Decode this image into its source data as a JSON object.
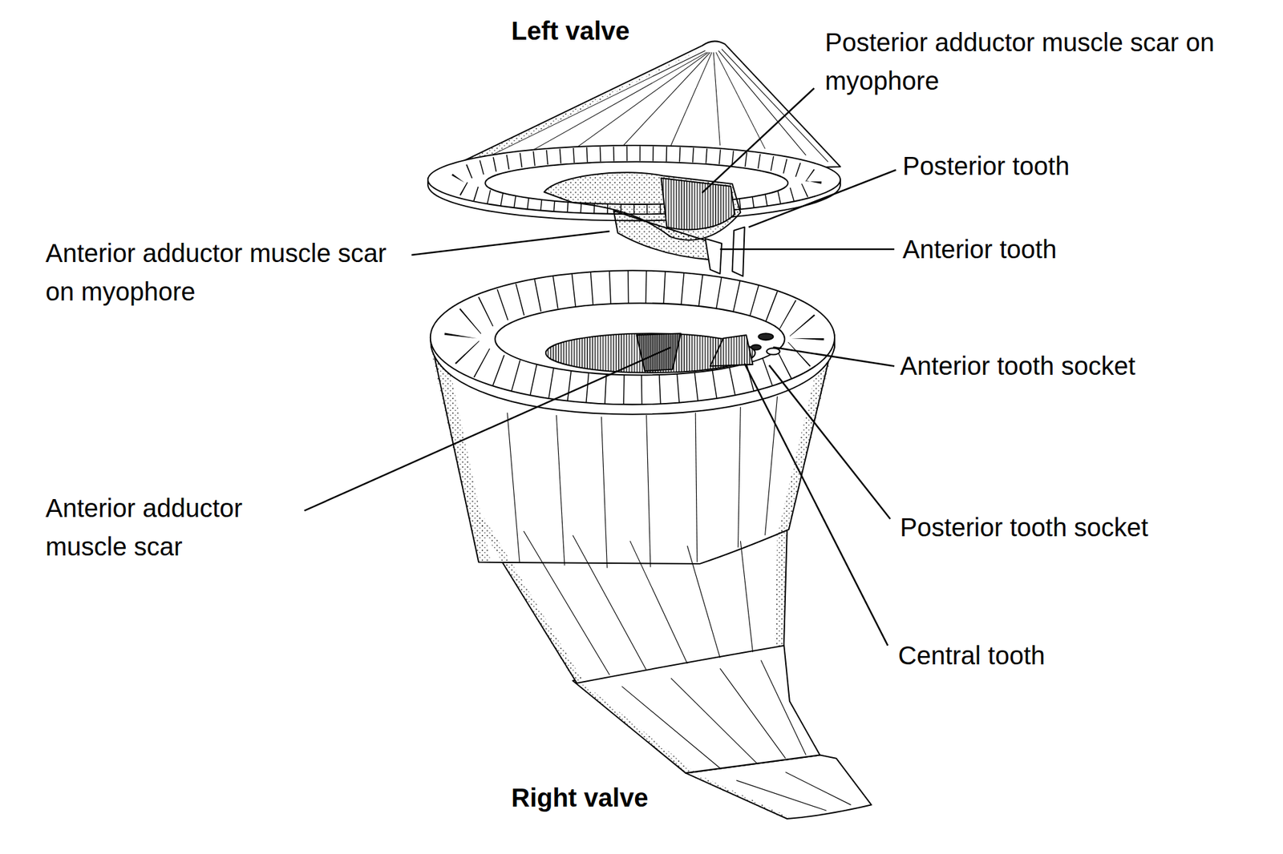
{
  "diagram": {
    "labels": [
      "Left valve",
      "Posterior adductor muscle scar on myophore",
      "Posterior tooth",
      "Anterior adductor muscle scar on myophore",
      "Anterior tooth",
      "Anterior tooth socket",
      "Anterior adductor muscle scar",
      "Posterior tooth socket",
      "Central tooth",
      "Right valve"
    ]
  }
}
